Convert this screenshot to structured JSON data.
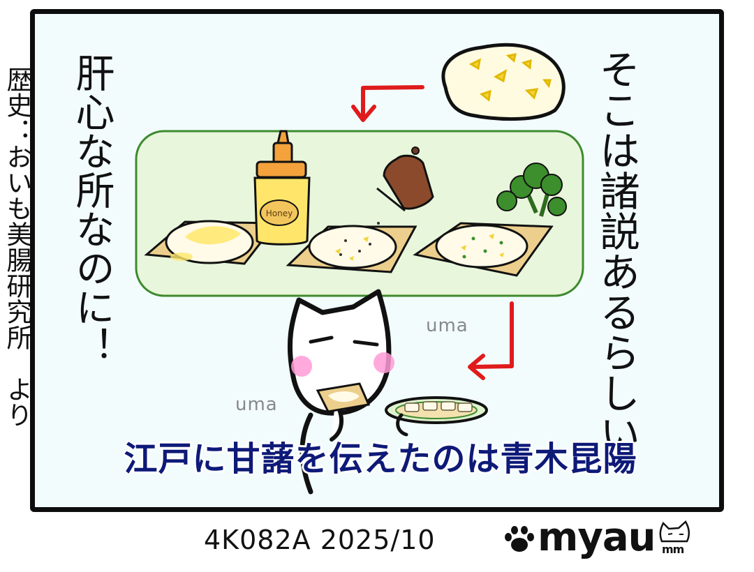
{
  "side_credit": "歴史：おいも美腸研究所　より",
  "left_vertical_text": "肝心な所なのに！",
  "right_vertical_text": "そこは諸説あるらしい",
  "caption": "江戸に甘藷を伝えたのは青木昆陽",
  "sound_effects": [
    "uma",
    "uma"
  ],
  "honey_label": "Honey",
  "footer_code": "4K082A 2025/10",
  "logo": {
    "text": "myau",
    "sub": "mm"
  },
  "colors": {
    "frame": "#0d0d0d",
    "panel_bg": "#f2fcfd",
    "caption": "#0e1a78",
    "arrow": "#e01b1b",
    "tray_border": "#3e8a2e",
    "cheek": "#ff9ad6"
  },
  "icons": [
    "paw-icon",
    "cat-face-icon",
    "honey-bottle-icon",
    "pepper-mill-icon",
    "broccoli-icon"
  ]
}
